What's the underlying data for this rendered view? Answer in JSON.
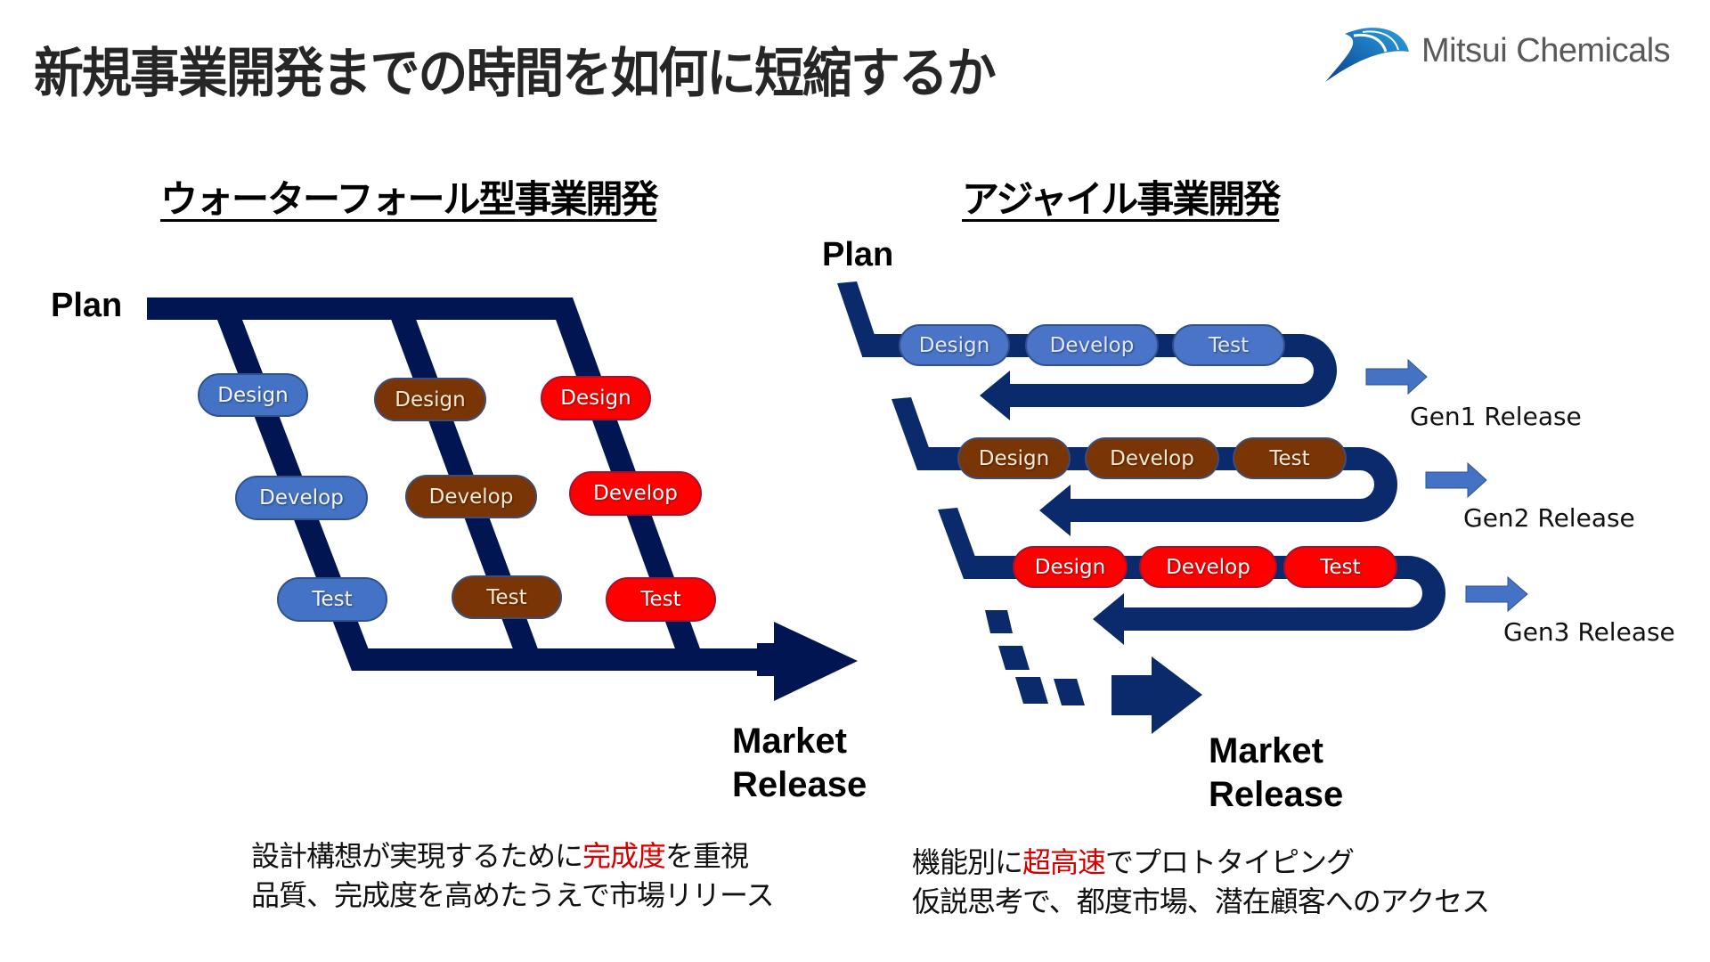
{
  "title": "新規事業開発までの時間を如何に短縮するか",
  "logo": {
    "text": "Mitsui Chemicals",
    "icon": "mitsui-wave-logo-icon"
  },
  "colors": {
    "navy": "#001551",
    "agile_navy": "#0b2a6b",
    "gen1_blue": "#4472c4",
    "gen2_brown": "#7a3506",
    "gen3_red": "#ff0000",
    "emphasis_red": "#d40000"
  },
  "waterfall": {
    "heading": "ウォーターフォール型事業開発",
    "plan_label": "Plan",
    "market_release": [
      "Market",
      "Release"
    ],
    "columns": [
      {
        "color": "blue",
        "steps": [
          "Design",
          "Develop",
          "Test"
        ]
      },
      {
        "color": "brown",
        "steps": [
          "Design",
          "Develop",
          "Test"
        ]
      },
      {
        "color": "red",
        "steps": [
          "Design",
          "Develop",
          "Test"
        ]
      }
    ],
    "note": {
      "line1_before": "設計構想が実現するために",
      "line1_emphasis": "完成度",
      "line1_after": "を重視",
      "line2": "品質、完成度を高めたうえで市場リリース"
    }
  },
  "agile": {
    "heading": "アジャイル事業開発",
    "plan_label": "Plan",
    "market_release": [
      "Market",
      "Release"
    ],
    "iterations": [
      {
        "color": "blue",
        "steps": [
          "Design",
          "Develop",
          "Test"
        ],
        "release": "Gen1 Release"
      },
      {
        "color": "brown",
        "steps": [
          "Design",
          "Develop",
          "Test"
        ],
        "release": "Gen2 Release"
      },
      {
        "color": "red",
        "steps": [
          "Design",
          "Develop",
          "Test"
        ],
        "release": "Gen3 Release"
      }
    ],
    "note": {
      "line1_before": "機能別に",
      "line1_emphasis": "超高速",
      "line1_after": "でプロトタイピング",
      "line2": "仮説思考で、都度市場、潜在顧客へのアクセス"
    }
  }
}
